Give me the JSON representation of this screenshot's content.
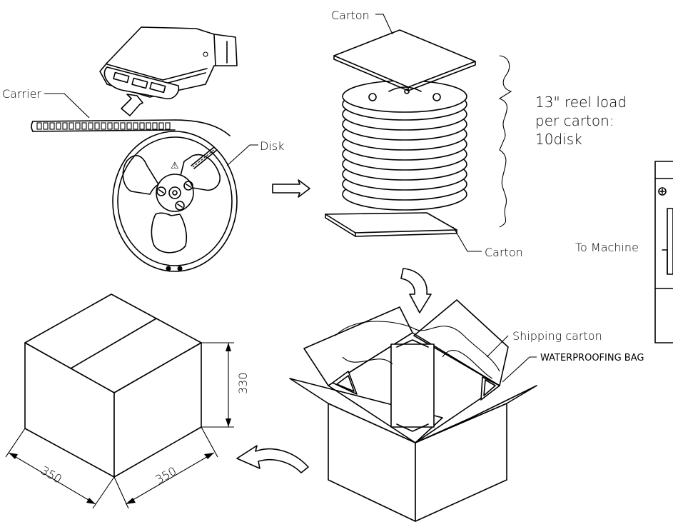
{
  "labels": {
    "carton_top": "Carton",
    "carton_bottom": "Carton",
    "carrier": "Carrier",
    "disk": "Disk",
    "reel_load_line1": "13\" reel load",
    "reel_load_line2": "per carton:",
    "reel_load_line3": "10disk",
    "to_machine": "To Machine",
    "shipping_carton": "Shipping carton",
    "waterproofing_bag": "WATERPROOFING BAG",
    "dim_height": "330",
    "dim_width_left": "350",
    "dim_width_right": "350"
  }
}
